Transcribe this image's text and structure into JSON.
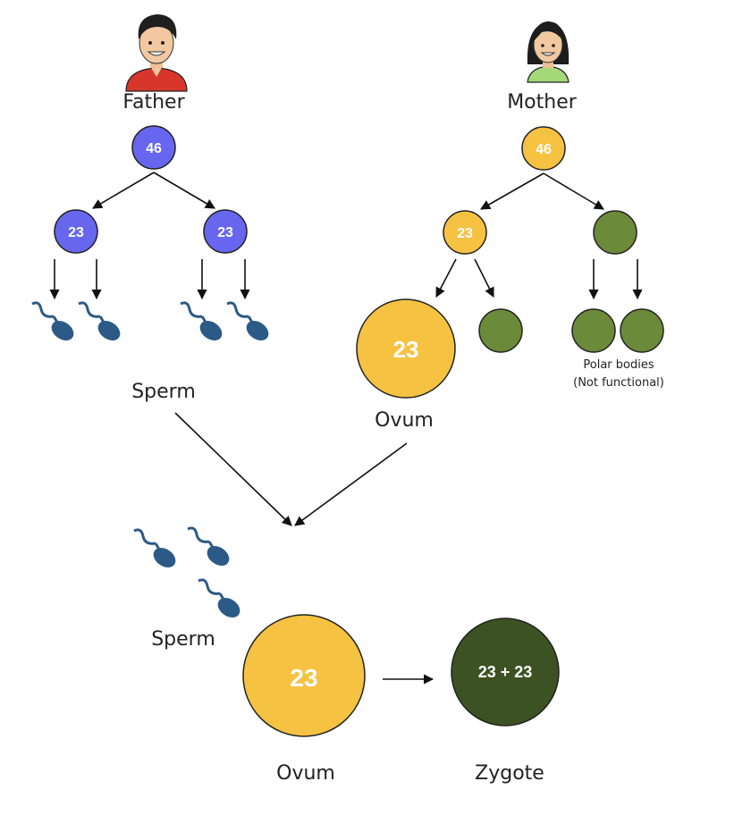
{
  "parents": {
    "father": {
      "label": "Father",
      "chromosomes": "46"
    },
    "mother": {
      "label": "Mother",
      "chromosomes": "46"
    }
  },
  "meiosis": {
    "father_cells": [
      "23",
      "23"
    ],
    "mother_cell": "23",
    "ovum_top": "23",
    "sperm_label_top": "Sperm",
    "ovum_label_top": "Ovum",
    "polar_bodies_label": "Polar bodies",
    "polar_bodies_note": "(Not functional)"
  },
  "fertilization": {
    "sperm_label": "Sperm",
    "ovum_value": "23",
    "ovum_label": "Ovum",
    "zygote_value": "23 + 23",
    "zygote_label": "Zygote"
  },
  "colors": {
    "father_cell": "#6666ee",
    "mother_cell": "#f5c242",
    "polar_body": "#6b8a3a",
    "zygote": "#3d5222",
    "sperm": "#2c5a86",
    "father_shirt": "#d9362b",
    "mother_shirt": "#a3d977"
  }
}
